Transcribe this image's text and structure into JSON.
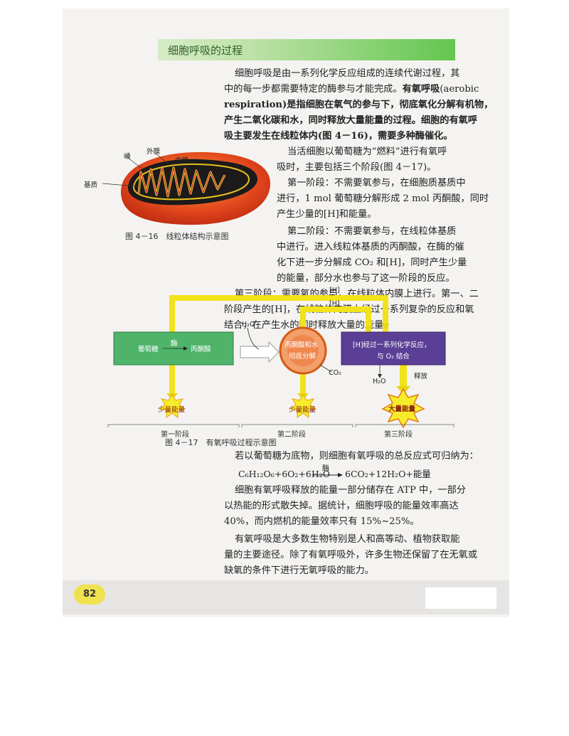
{
  "header": {
    "title": "细胞呼吸的过程"
  },
  "paragraphs": {
    "p1_line1": "细胞呼吸是由一系列化学反应组成的连续代谢过程，其",
    "p1_line2": "中的每一步都需要特定的酶参与才能完成。",
    "p1_bold1": "有氧呼吸",
    "p1_line2b": "(aerobic",
    "p1_bold2": "respiration)是指细胞在氧气的参与下，彻底氧化分解有机物，",
    "p1_bold3": "产生二氧化碳和水，同时释放大量能量的过程。细胞的有氧呼",
    "p1_bold4": "吸主要发生在线粒体内(图 4－16)，需要多种酶催化。",
    "p2_line1": "当活细胞以葡萄糖为“燃料”进行有氧呼",
    "p2_line2": "吸时，主要包括三个阶段(图 4－17)。",
    "p3_line1": "第一阶段：不需要氧参与，在细胞质基质中",
    "p3_line2": "进行，1 mol 葡萄糖分解形成 2 mol 丙酮酸，同时",
    "p3_line3": "产生少量的[H]和能量。",
    "p4_line1": "第二阶段：不需要氧参与，在线粒体基质",
    "p4_line2": "中进行。进入线粒体基质的丙酮酸，在酶的催",
    "p4_line3": "化下进一步分解成 CO₂ 和[H]，同时产生少量",
    "p4_line4": "的能量，部分水也参与了这一阶段的反应。",
    "p5_line1": "第三阶段：需要氧的参与，在线粒体内膜上进行。第一、二",
    "p5_line2": "阶段产生的[H]，在线粒体内膜上经过一系列复杂的反应和氧",
    "p5_line3": "结合，在产生水的同时释放大量的能量。",
    "p6_line1": "若以葡萄糖为底物，则细胞有氧呼吸的总反应式可归纳为：",
    "equation_left": "C₆H₁₂O₆+6O₂+6H₂O",
    "equation_enzyme": "酶",
    "equation_right": "6CO₂+12H₂O+能量",
    "p7_line1": "细胞有氧呼吸释放的能量一部分储存在 ATP 中，一部分",
    "p7_line2": "以热能的形式散失掉。据统计，细胞呼吸的能量效率高达",
    "p7_line3": "40%，而内燃机的能量效率只有 15%~25%。",
    "p8_line1": "有氧呼吸是大多数生物特别是人和高等动、植物获取能",
    "p8_line2": "量的主要途径。除了有氧呼吸外，许多生物还保留了在无氧或",
    "p8_line3": "缺氧的条件下进行无氧呼吸的能力。"
  },
  "figure1": {
    "labels": {
      "ridge": "嵴",
      "outer": "外膜",
      "inner": "内膜",
      "matrix": "基质"
    },
    "caption": "图 4－16　线粒体结构示意图"
  },
  "figure2": {
    "h_top": "[H]",
    "h_mid": "[H]",
    "h2o_in": "H₂O",
    "box1_left": "葡萄糖",
    "box1_enzyme": "酶",
    "box1_right": "丙酮酸",
    "circle_text1": "丙酮酸和水",
    "circle_text2": "彻底分解",
    "co2": "CO₂",
    "box3_line1": "[H]经过一系列化学反应，",
    "box3_line2": "与 O₂ 结合",
    "h2o_out": "H₂O",
    "release": "释放",
    "energy_small1": "少量能量",
    "energy_small2": "少量能量",
    "energy_big": "大量能量",
    "stage1": "第一阶段",
    "stage2": "第二阶段",
    "stage3": "第三阶段",
    "caption": "图 4－17　有氧呼吸过程示意图"
  },
  "footer": {
    "page_number": "82"
  },
  "colors": {
    "header_green": "#63c64f",
    "box_green": "#4fb46a",
    "box_purple": "#5b3f96",
    "arrow_yellow": "#f2e21a"
  }
}
